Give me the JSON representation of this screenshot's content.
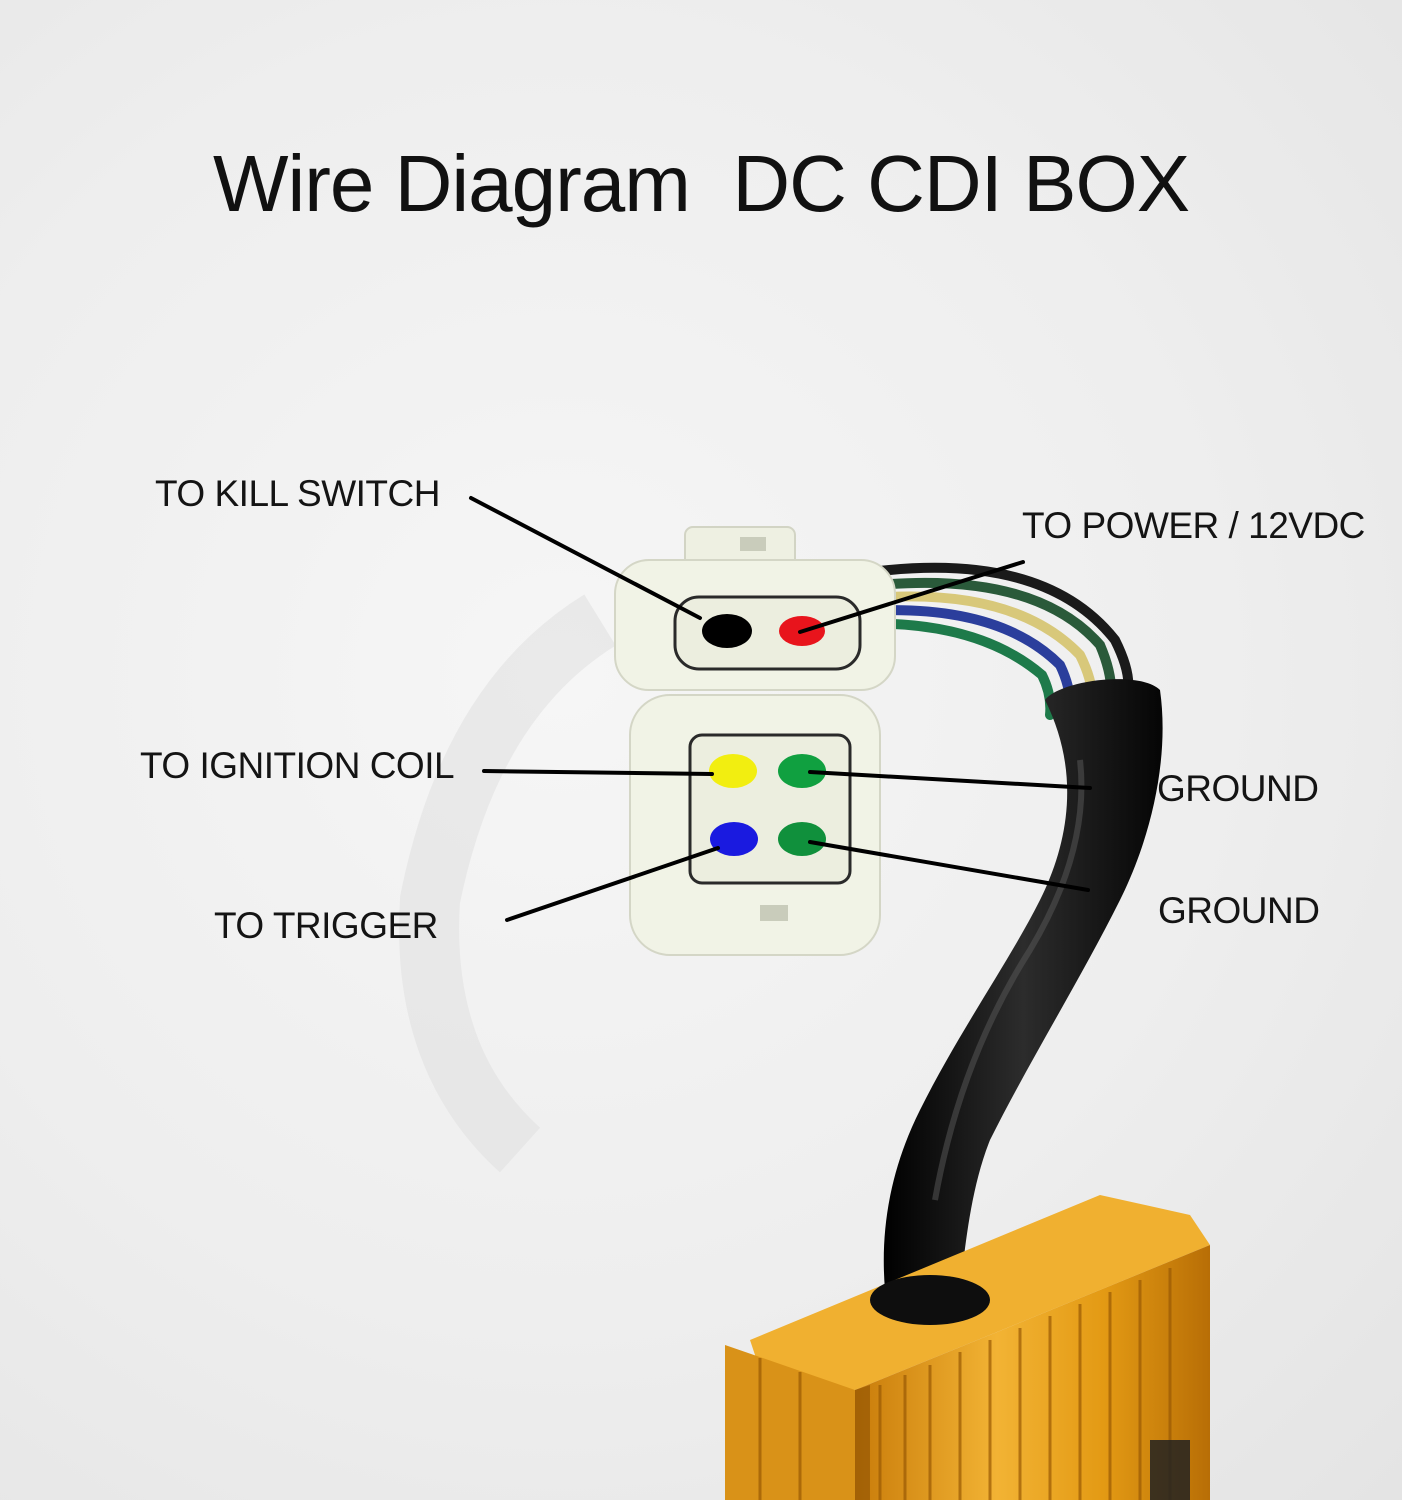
{
  "title": "Wire Diagram  DC CDI BOX",
  "labels": {
    "kill_switch": "TO KILL SWITCH",
    "power": "TO POWER / 12VDC",
    "ignition_coil": "TO IGNITION COIL",
    "ground_1": "GROUND",
    "trigger": "TO TRIGGER",
    "ground_2": "GROUND"
  },
  "pins": {
    "kill_switch": "#000000",
    "power": "#e8141c",
    "ignition_coil": "#f2ee10",
    "ground_1": "#10a040",
    "trigger": "#1a1ae0",
    "ground_2": "#10903c"
  },
  "colors": {
    "connector": "#f1f3e6",
    "sleeve": "#141414",
    "cdi_box": "#e39a14"
  }
}
